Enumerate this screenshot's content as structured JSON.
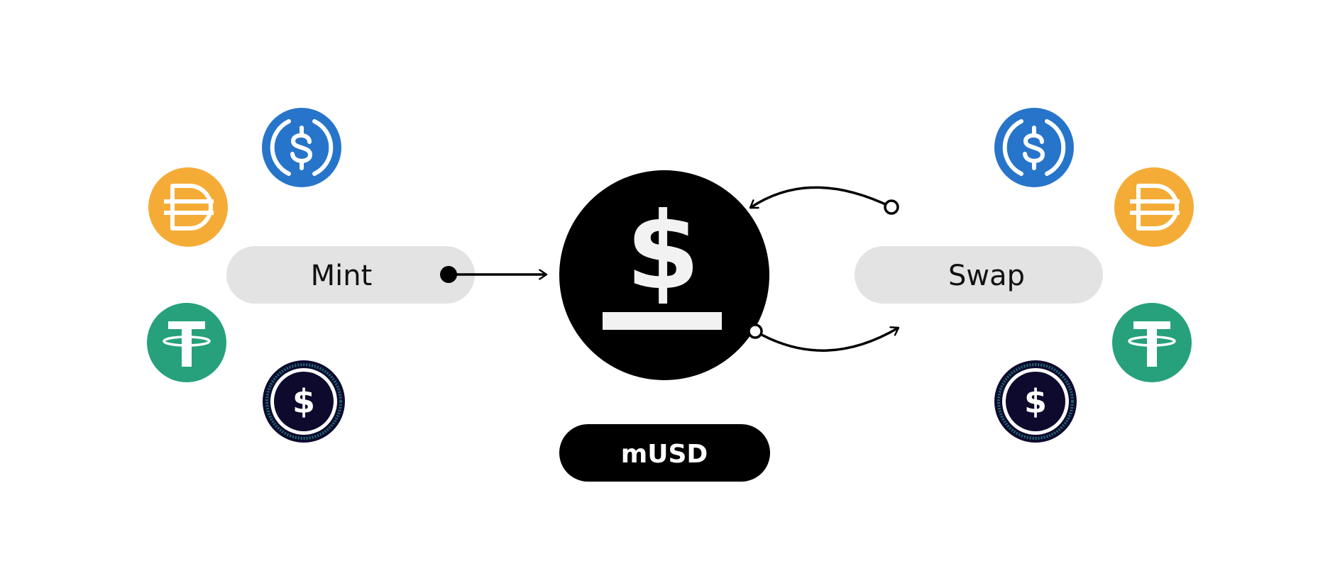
{
  "diagram": {
    "mint_label": "Mint",
    "swap_label": "Swap",
    "token_label": "mUSD",
    "center_symbol": "$"
  },
  "icons": {
    "usdc": {
      "name": "usdc-coin-icon",
      "color": "#2775CA"
    },
    "dai": {
      "name": "dai-coin-icon",
      "color": "#F5AC37"
    },
    "usdt": {
      "name": "usdt-coin-icon",
      "color": "#26A17B"
    },
    "stable": {
      "name": "dark-dollar-coin-icon",
      "color": "#0E0A2E",
      "ring": "#1E6C74"
    }
  },
  "colors": {
    "pill_bg": "#E3E3E3",
    "center": "#000000",
    "stroke": "#000000"
  }
}
